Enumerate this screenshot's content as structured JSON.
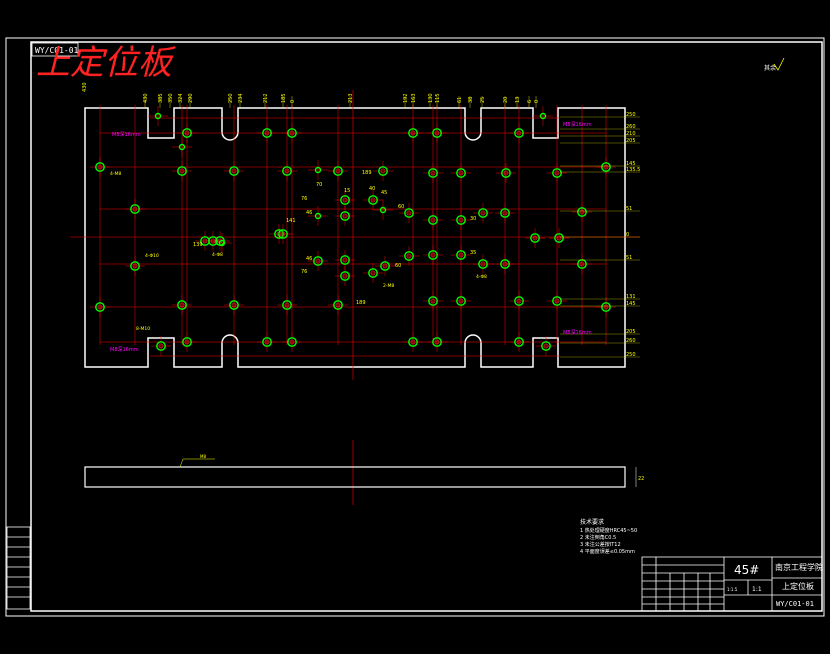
{
  "drawing": {
    "drawing_number": "WY/C01-01",
    "handwritten_title": "上定位板",
    "surface_symbol": "其余",
    "side_view_label": "22",
    "side_view_callout": "M8",
    "tech_requirements": {
      "title": "技术要求",
      "items": [
        "1  热处理硬度HRC45~50",
        "2  未注倒角C0.5",
        "3  未注公差按IT12",
        "4  平面度误差≤0.05mm"
      ]
    },
    "title_block": {
      "material": "45#",
      "school": "南京工程学院",
      "part_name": "上定位板",
      "drawing_number": "WY/C01-01",
      "scale": "1:1",
      "sheet": "1:1.5"
    },
    "top_dims": [
      "430",
      "385",
      "350",
      "324",
      "290",
      "250",
      "234",
      "212",
      "185",
      "0",
      "213",
      "192",
      "163",
      "130",
      "115",
      "61",
      "38",
      "25",
      "20",
      "13",
      "6",
      "0"
    ],
    "right_dims": [
      "250",
      "260",
      "210",
      "205",
      "145",
      "135.5",
      "51",
      "0",
      "51",
      "131",
      "145",
      "205",
      "260",
      "250"
    ],
    "mid_dims": [
      "70",
      "15",
      "40",
      "45",
      "189",
      "60",
      "46",
      "76",
      "30",
      "35",
      "46",
      "76",
      "60",
      "189",
      "139",
      "141"
    ],
    "callouts": [
      "4-M8",
      "4-Φ10",
      "4-Φ8",
      "8-M10",
      "4-Φ8",
      "2-M8",
      "M8深16mm"
    ],
    "colors": {
      "outline": "#ffffff",
      "centerline": "#ff0000",
      "hole": "#00ff00",
      "annotation": "#ff00ff",
      "dim_text": "#ffff00"
    }
  }
}
